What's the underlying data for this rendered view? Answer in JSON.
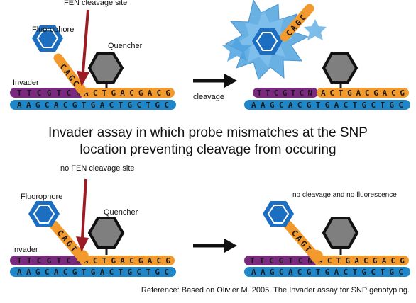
{
  "top_panel": {
    "fen_label": "FEN cleavage site",
    "fluorophore_label": "Fluorophore",
    "quencher_label": "Quencher",
    "invader_label": "Invader",
    "cleavage_label": "cleavage",
    "probe_flap": "CAGC",
    "invader_seq": "TTCGTCN",
    "probe_seq": "ACTGACGACG",
    "probe_seq_after": "ACTGACGACG",
    "target_seq": "AAGCACGTGACTGCTGC",
    "released_flap": "CAGC"
  },
  "headline": {
    "line1": "Invader assay in which probe mismatches at the SNP",
    "line2": "location preventing cleavage from occuring"
  },
  "bottom_panel": {
    "fen_label": "no FEN cleavage site",
    "fluorophore_label": "Fluorophore",
    "quencher_label": "Quencher",
    "invader_label": "Invader",
    "result_label": "no cleavage and no fluorescence",
    "probe_flap": "CAGT",
    "invader_seq": "TTCGTCN",
    "probe_seq": "ACTGACGACG",
    "target_seq": "AAGCACGTGACTGCTGC"
  },
  "reference": "Reference: Based on Olivier M. 2005. The Invader assay for SNP genotyping.",
  "colors": {
    "invader": "#7a2a7e",
    "probe": "#f39a2e",
    "target": "#1f86c8",
    "fluorophore": "#1c6fc0",
    "quencher": "#7f7f7f",
    "fen_arrow": "#9b1c24",
    "burst": "#4fa3df"
  }
}
